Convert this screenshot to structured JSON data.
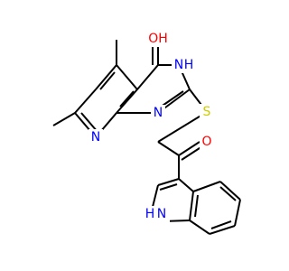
{
  "atoms": {
    "oxygen_ketone": {
      "label": "O",
      "color": "#ff0000"
    },
    "oxygen_pyrimidinone": {
      "label": "OH",
      "color": "#ff0000"
    },
    "nitrogen_pyridine": {
      "label": "N",
      "color": "#0000ff"
    },
    "nitrogen_pyrimidine": {
      "label": "N",
      "color": "#0000ff"
    },
    "nitrogen_nh": {
      "label": "N",
      "color": "#0000ff"
    },
    "nitrogen_nh_h": {
      "label": "H",
      "color": "#0000ff"
    },
    "nitrogen_indole": {
      "label": "N",
      "color": "#0000ff"
    },
    "nitrogen_indole_h": {
      "label": "H",
      "color": "#0000ff"
    },
    "sulfur": {
      "label": "S",
      "color": "#cccc00"
    }
  },
  "colors": {
    "bond": "#000000",
    "background": "#ffffff"
  }
}
